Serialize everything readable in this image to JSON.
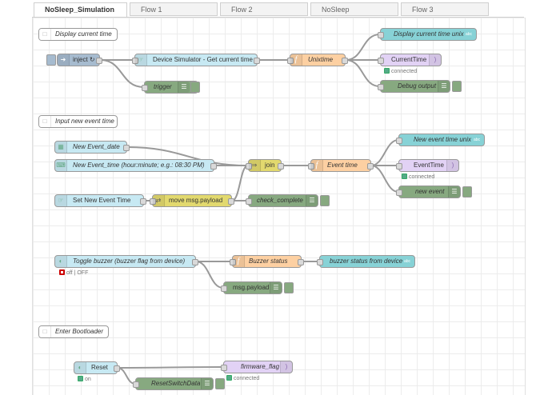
{
  "tabs": [
    {
      "label": "NoSleep_Simulation",
      "active": true
    },
    {
      "label": "Flow 1",
      "active": false
    },
    {
      "label": "Flow 2",
      "active": false
    },
    {
      "label": "NoSleep",
      "active": false
    },
    {
      "label": "Flow 3",
      "active": false
    }
  ],
  "comments": {
    "display_current_time": "Display current time",
    "input_new_event_time": "Input new event time",
    "enter_bootloader": "Enter Bootloader"
  },
  "nodes": {
    "inject": "inject ↻",
    "trigger": "trigger",
    "device_simulator": "Device Simulator - Get current time",
    "unixtime": "Unixtime",
    "display_current_time_unix": "Display current time unix",
    "current_time": "CurrentTime",
    "debug_output": "Debug output",
    "new_event_date": "New Event_date",
    "new_event_time": "New Event_time (hour:minute; e.g.: 08:30 PM)",
    "set_new_event_time": "Set New Event Time",
    "move_payload": "move msg.payload",
    "join": "join",
    "event_time": "Event time",
    "check_complete": "check_complete",
    "new_event_time_unix": "New event time unix",
    "event_time_out": "EventTime",
    "new_event": "new event",
    "toggle_buzzer": "Toggle buzzer (buzzer flag from device)",
    "buzzer_status": "Buzzer status",
    "buzzer_status_from_device": "buzzer status from device",
    "msg_payload": "msg.payload",
    "reset": "Reset",
    "firmware_flag": "firmware_flag",
    "reset_switch_data": "ResetSwitchData"
  },
  "statuses": {
    "current_time": "connected",
    "event_time": "connected",
    "toggle_buzzer": "off | OFF",
    "reset": "on",
    "firmware_flag": "connected"
  },
  "badges": {
    "abc": "abc"
  },
  "colors": {
    "function": "#fdd0a2",
    "debug": "#87a980",
    "ui_text": "#87d2d6",
    "mqtt": "#e2d2f5",
    "change": "#e2d96e",
    "ui_input": "#c7e9f3",
    "inject": "#a6bbcf",
    "status_connected": "#55aa88",
    "status_off": "#cc0000"
  }
}
